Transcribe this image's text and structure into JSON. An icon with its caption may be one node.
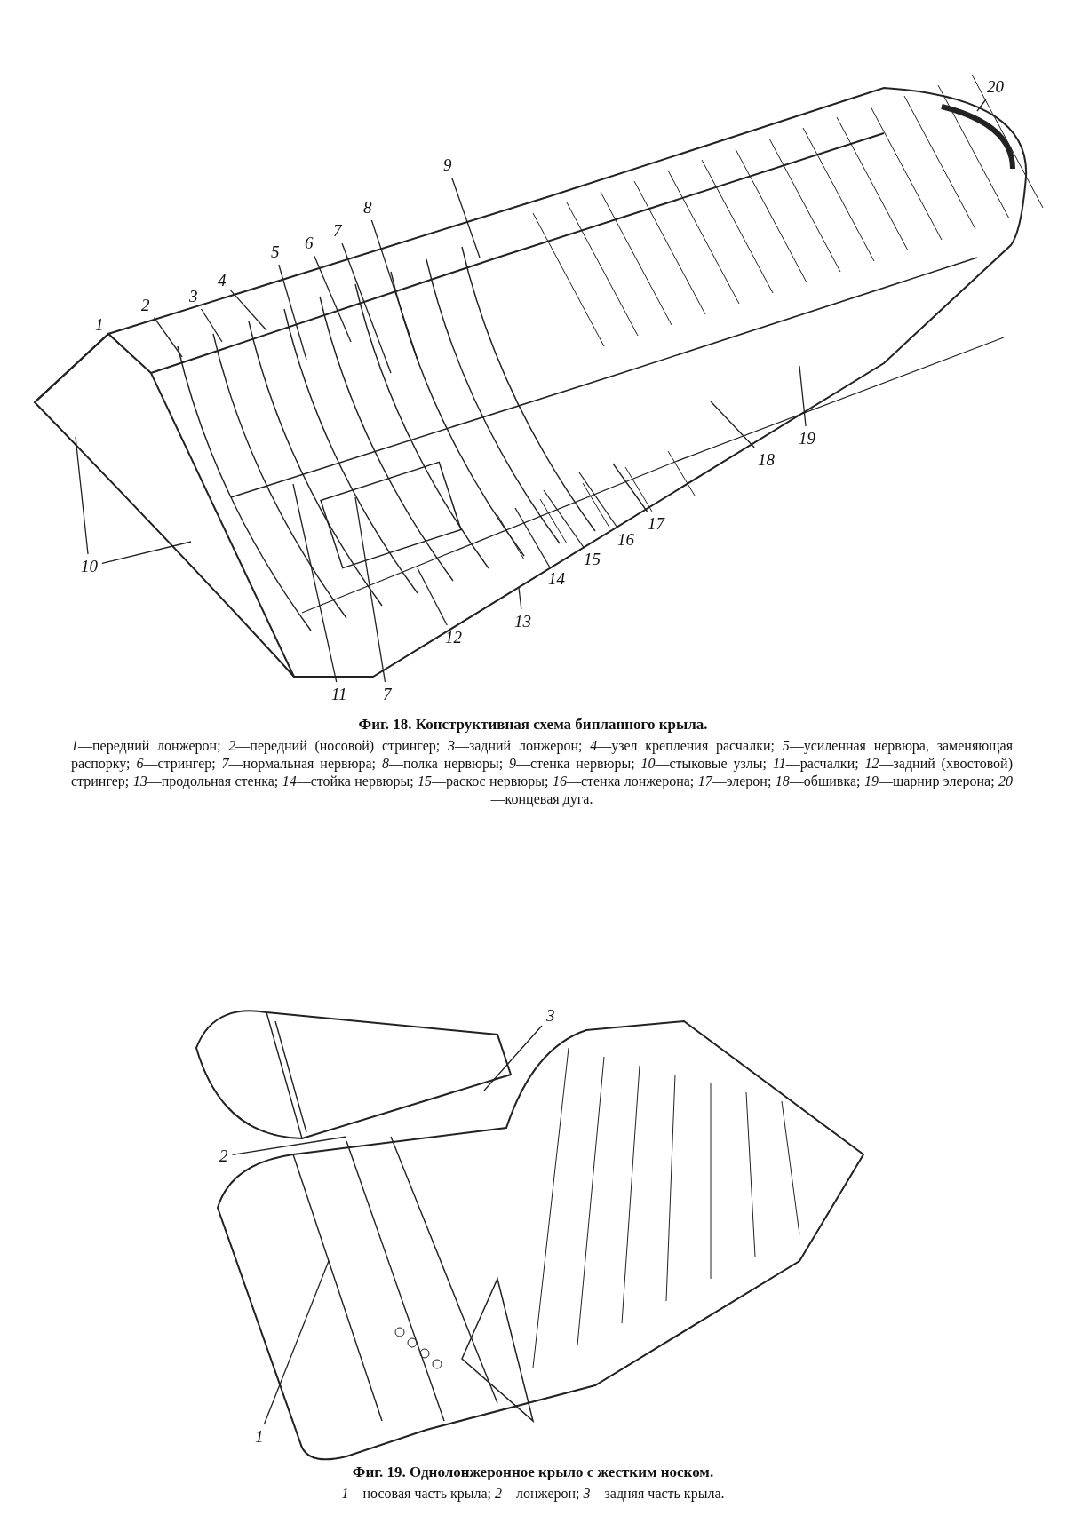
{
  "diagram": {
    "nodes": [
      {
        "text": [
          "1"
        ]
      },
      {
        "text": [
          "2"
        ]
      },
      {
        "text": [
          "3"
        ]
      },
      {
        "text": [
          "4"
        ]
      },
      {
        "text": [
          "5"
        ]
      },
      {
        "text": [
          "6"
        ]
      },
      {
        "text": [
          "7"
        ]
      },
      {
        "text": [
          "8"
        ]
      },
      {
        "text": [
          "9"
        ]
      },
      {
        "text": [
          "10"
        ]
      },
      {
        "text": [
          "11"
        ]
      },
      {
        "text": [
          "7"
        ]
      },
      {
        "text": [
          "12"
        ]
      },
      {
        "text": [
          "13"
        ]
      },
      {
        "text": [
          "14"
        ]
      },
      {
        "text": [
          "15"
        ]
      },
      {
        "text": [
          "16"
        ]
      },
      {
        "text": [
          "17"
        ]
      },
      {
        "text": [
          "18"
        ]
      },
      {
        "text": [
          "19"
        ]
      },
      {
        "text": [
          "20"
        ]
      },
      {
        "text": [
          "1"
        ]
      },
      {
        "text": [
          "2"
        ]
      },
      {
        "text": [
          "3"
        ]
      }
    ],
    "edges": [
      {
        "from": 0,
        "to": null,
        "arrow": "none"
      },
      {
        "from": 1,
        "to": null,
        "arrow": "none"
      },
      {
        "from": 2,
        "to": null,
        "arrow": "none"
      },
      {
        "from": 3,
        "to": null,
        "arrow": "none"
      },
      {
        "from": 4,
        "to": null,
        "arrow": "none"
      },
      {
        "from": 5,
        "to": null,
        "arrow": "none"
      },
      {
        "from": 6,
        "to": null,
        "arrow": "none"
      },
      {
        "from": 7,
        "to": null,
        "arrow": "none"
      },
      {
        "from": 8,
        "to": null,
        "arrow": "none"
      },
      {
        "from": 9,
        "to": null,
        "arrow": "none"
      },
      {
        "from": 9,
        "to": null,
        "arrow": "none"
      },
      {
        "from": 10,
        "to": null,
        "arrow": "none"
      },
      {
        "from": 11,
        "to": null,
        "arrow": "none"
      },
      {
        "from": 12,
        "to": null,
        "arrow": "none"
      },
      {
        "from": 13,
        "to": null,
        "arrow": "none"
      },
      {
        "from": 14,
        "to": null,
        "arrow": "none"
      },
      {
        "from": 15,
        "to": null,
        "arrow": "none"
      },
      {
        "from": 16,
        "to": null,
        "arrow": "none"
      },
      {
        "from": 17,
        "to": null,
        "arrow": "none"
      },
      {
        "from": 18,
        "to": null,
        "arrow": "none"
      },
      {
        "from": 19,
        "to": null,
        "arrow": "none"
      },
      {
        "from": 20,
        "to": null,
        "arrow": "none"
      },
      {
        "from": 21,
        "to": null,
        "arrow": "none"
      },
      {
        "from": 22,
        "to": null,
        "arrow": "none"
      },
      {
        "from": 23,
        "to": null,
        "arrow": "none"
      }
    ],
    "labels": [
      "Фиг. 18. Конструктивная схема бипланного крыла.",
      "*1*—передний лонжерон; *2*—передний (носовой) стрингер; *3*—задний лонжерон; *4*—узел крепления расчалки; *5*—усиленная нервюра, заменяющая распорку; *6*—стрингер; *7*—нормальная нервюра; *8*—полка нервюры; *9*—стенка нервюры; *10*—стыковые узлы; *11*—расчалки; *12*—задний (хвостовой) стрингер; *13*—продольная стенка; *14*—стойка нервюры; *15*—раскос нервюры; *16*—стенка лонжерона; *17*—элерон; *18*—обшивка; *19*—шарнир элерона; *20*—концевая дуга.",
      "Фиг. 19. Однолонжеронное крыло с жестким носком.",
      "*1*—носовая часть крыла; *2*—лонжерон; *3*—задняя часть крыла."
    ]
  }
}
